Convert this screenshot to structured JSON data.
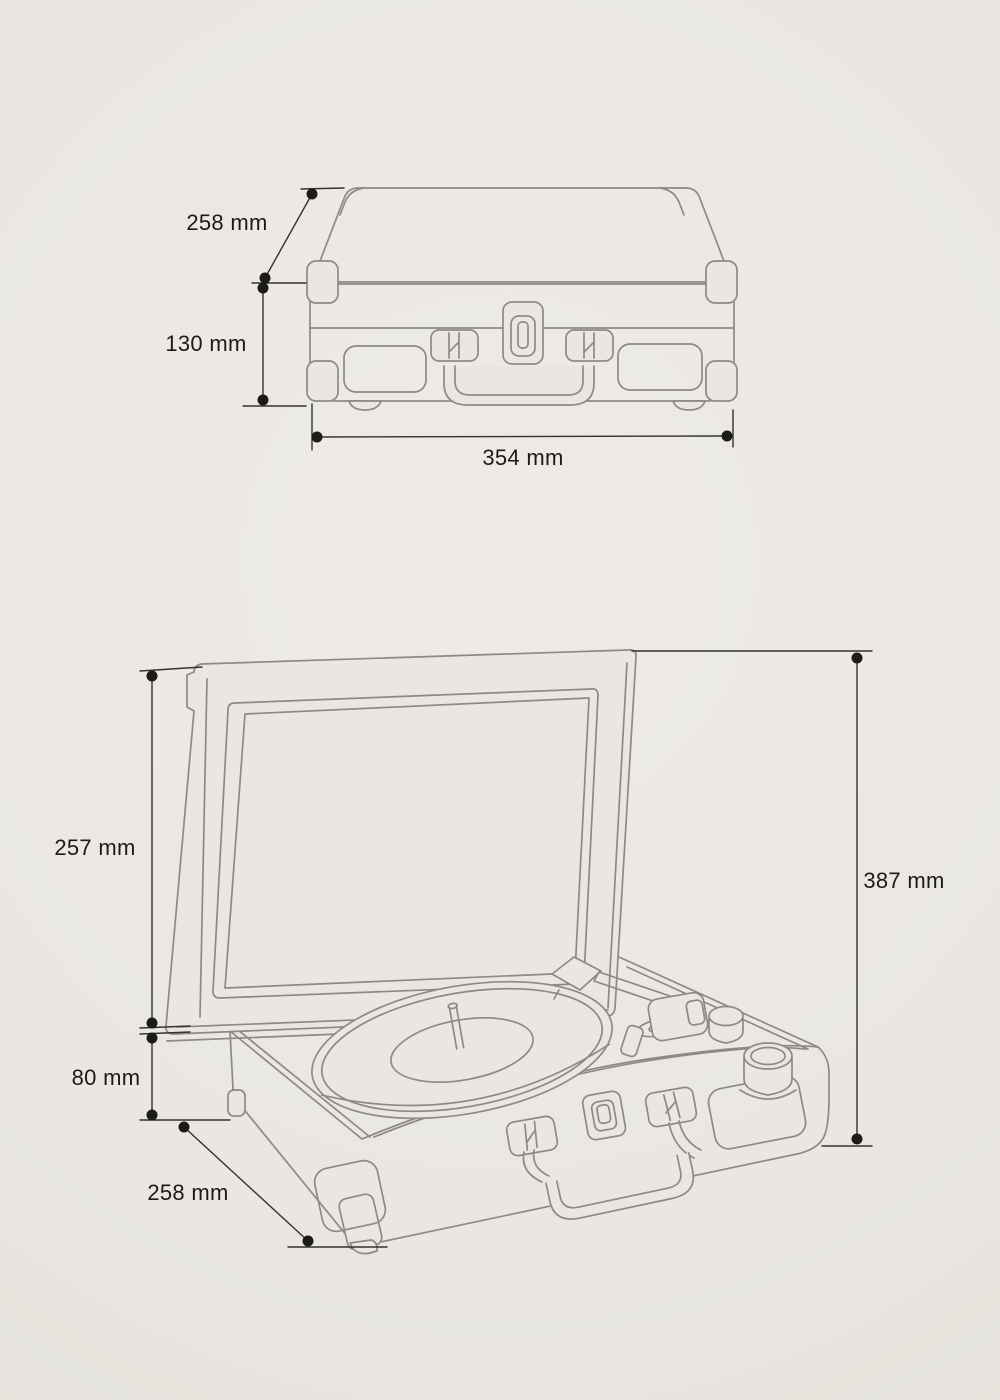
{
  "diagram": {
    "kind": "product dimension line drawing",
    "colors": {
      "background": "#eae7e2",
      "artwork_line": "#8d8a84",
      "dimension_line": "#33322e",
      "text": "#1b1a18"
    },
    "views": {
      "closed": {
        "name": "suitcase turntable closed - front view",
        "dimensions": {
          "depth": "258 mm",
          "height": "130 mm",
          "width": "354 mm"
        }
      },
      "open": {
        "name": "suitcase turntable open - perspective view",
        "dimensions": {
          "lid_height": "257 mm",
          "base_height": "80 mm",
          "depth": "258 mm",
          "total_height": "387 mm"
        }
      }
    }
  }
}
